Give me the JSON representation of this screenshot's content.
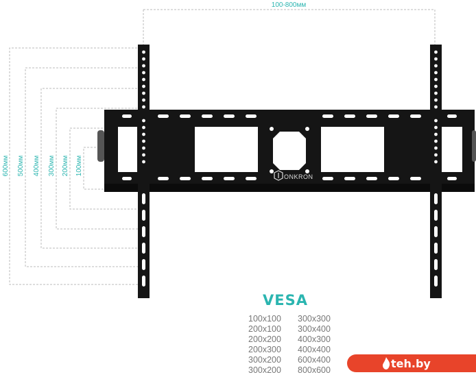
{
  "dimensions": {
    "width_label": "100-800мм",
    "height_labels": [
      "600мм",
      "500мм",
      "400мм",
      "300мм",
      "200мм",
      "100мм"
    ]
  },
  "brand": {
    "name": "ONKRON"
  },
  "vesa": {
    "title": "VESA",
    "left_column": [
      "100x100",
      "200x100",
      "200x200",
      "200x300",
      "300x200",
      "300x200"
    ],
    "right_column": [
      "300x300",
      "300x400",
      "400x300",
      "400x400",
      "600x400",
      "800x600"
    ]
  },
  "watermark": {
    "text": "teh.by"
  },
  "colors": {
    "accent": "#2bb5b0",
    "bracket": "#111111",
    "dim_line": "#bbbbbb",
    "watermark_bg": "#e8442a"
  }
}
